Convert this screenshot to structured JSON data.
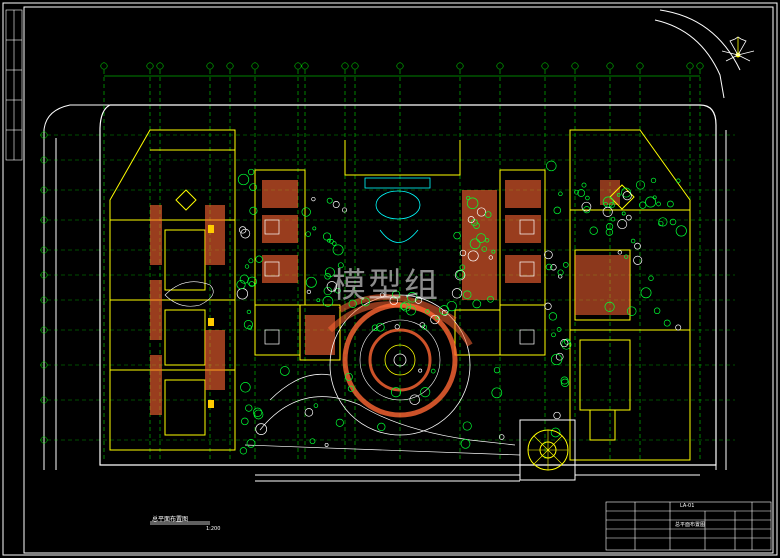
{
  "drawing": {
    "watermark": "模型组",
    "plan_caption": "总平面布置图",
    "plan_scale": "1:200",
    "title_block_name": "总平面布置图",
    "title_block_code": "LA-01"
  },
  "colors": {
    "background": "#000000",
    "frame": "#ffffff",
    "axis": "#00ff00",
    "building": "#ffff00",
    "paving": "#ff6633",
    "greenery": "#00ff33",
    "water": "#00ffff",
    "accent": "#ff00ff"
  },
  "icons": {
    "north_arrow": "north-arrow-icon",
    "fountain": "fountain-plaza-icon"
  }
}
